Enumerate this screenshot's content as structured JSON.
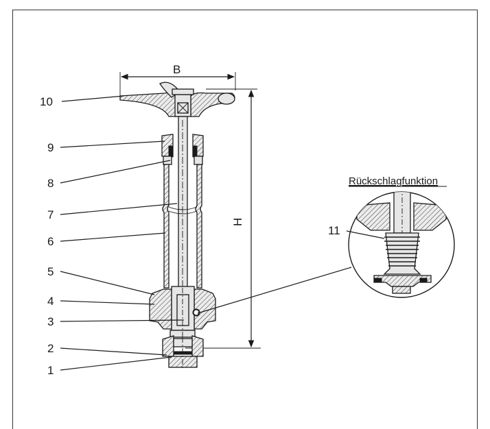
{
  "dimensions": {
    "width_label": "B",
    "height_label": "H"
  },
  "detail": {
    "title": "Rückschlagfunktion"
  },
  "part_numbers": {
    "p1": "1",
    "p2": "2",
    "p3": "3",
    "p4": "4",
    "p5": "5",
    "p6": "6",
    "p7": "7",
    "p8": "8",
    "p9": "9",
    "p10": "10",
    "p11": "11"
  }
}
